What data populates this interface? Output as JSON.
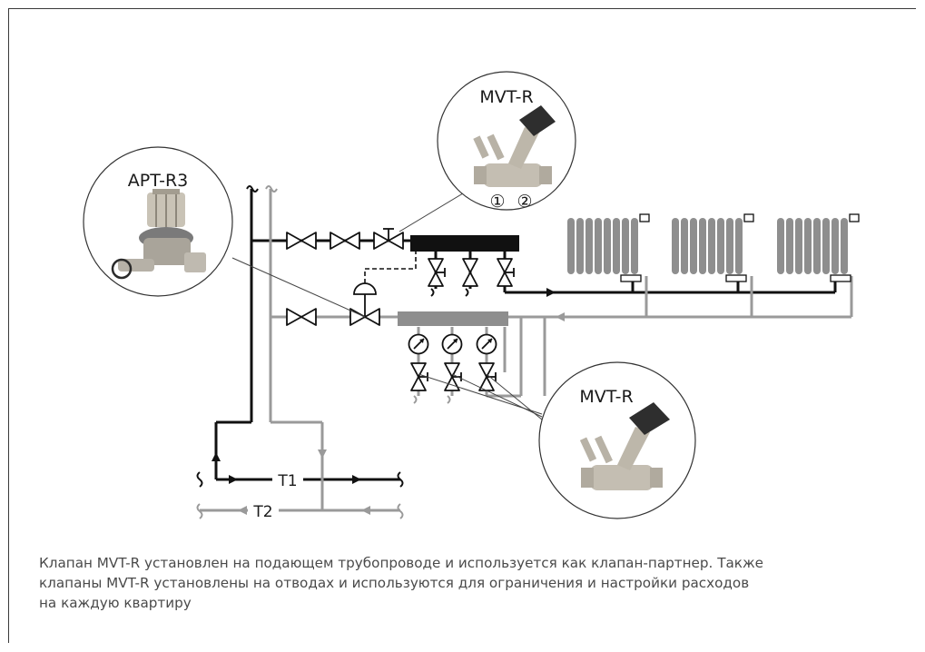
{
  "labels": {
    "apt_r3": "APT-R3",
    "mvt_r_top": "MVT-R",
    "mvt_r_bottom": "MVT-R",
    "port_1": "①",
    "port_2": "②",
    "t1": "T1",
    "t2": "T2"
  },
  "caption": [
    "Клапан MVT-R установлен на подающем трубопроводе и используется как клапан-партнер. Также",
    "клапаны MVT-R установлены на отводах и используются для ограничения и настройки расходов",
    "на каждую квартиру"
  ],
  "colors": {
    "supply_pipe": "#111111",
    "return_pipe": "#9a9a9a",
    "radiator": "#8e8e8e",
    "text": "#1a1a1a",
    "caption_text": "#4a4a4a"
  }
}
